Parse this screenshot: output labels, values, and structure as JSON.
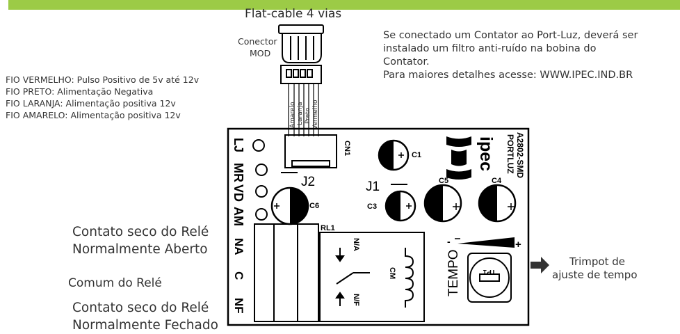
{
  "header": {
    "accent_color": "#9ccb46",
    "flat_cable_label": "Flat-cable 4 vias",
    "connector_label_line1": "Conector",
    "connector_label_line2": "MOD"
  },
  "note": {
    "lines": [
      "Se conectado um Contator ao Port-Luz, deverá ser",
      "instalado um filtro anti-ruído na bobina do",
      "Contator.",
      "Para maiores detalhes acesse:  WWW.IPEC.IND.BR"
    ]
  },
  "wires_legend": [
    "FIO VERMELHO: Pulso Positivo de 5v até 12v",
    "FIO PRETO: Alimentação Negativa",
    "FIO LARANJA: Alimentação positiva 12v",
    "FIO AMARELO: Alimentação positiva 12v"
  ],
  "wire_names": [
    "Amarelo",
    "Laranja",
    "Preto",
    "Vermelho"
  ],
  "relay_labels": {
    "na_line1": "Contato seco do Relé",
    "na_line2": "Normalmente Aberto",
    "c": "Comum do Relé",
    "nf_line1": "Contato seco do Relé",
    "nf_line2": "Normalmente Fechado"
  },
  "trimpot_label": {
    "line1": "Trimpot de",
    "line2": "ajuste de tempo"
  },
  "board": {
    "leds": [
      "LJ",
      "MR",
      "VD",
      "AM"
    ],
    "terminals": [
      "NA",
      "C",
      "NF"
    ],
    "cn1": "CN1",
    "j2": "J2",
    "j1": "J1",
    "c1": "C1",
    "c3": "C3",
    "c4": "C4",
    "c5": "C5",
    "c6": "C6",
    "rl1": "RL1",
    "na_contact": "N/A",
    "nf_contact": "N/F",
    "coil": "CM",
    "tempo": "TEMPO",
    "tp1": "TP1",
    "minus": "-",
    "plus": "+",
    "brand": "ipec",
    "model_line1": "PORTLUZ",
    "model_line2": "A2802-SMD"
  }
}
